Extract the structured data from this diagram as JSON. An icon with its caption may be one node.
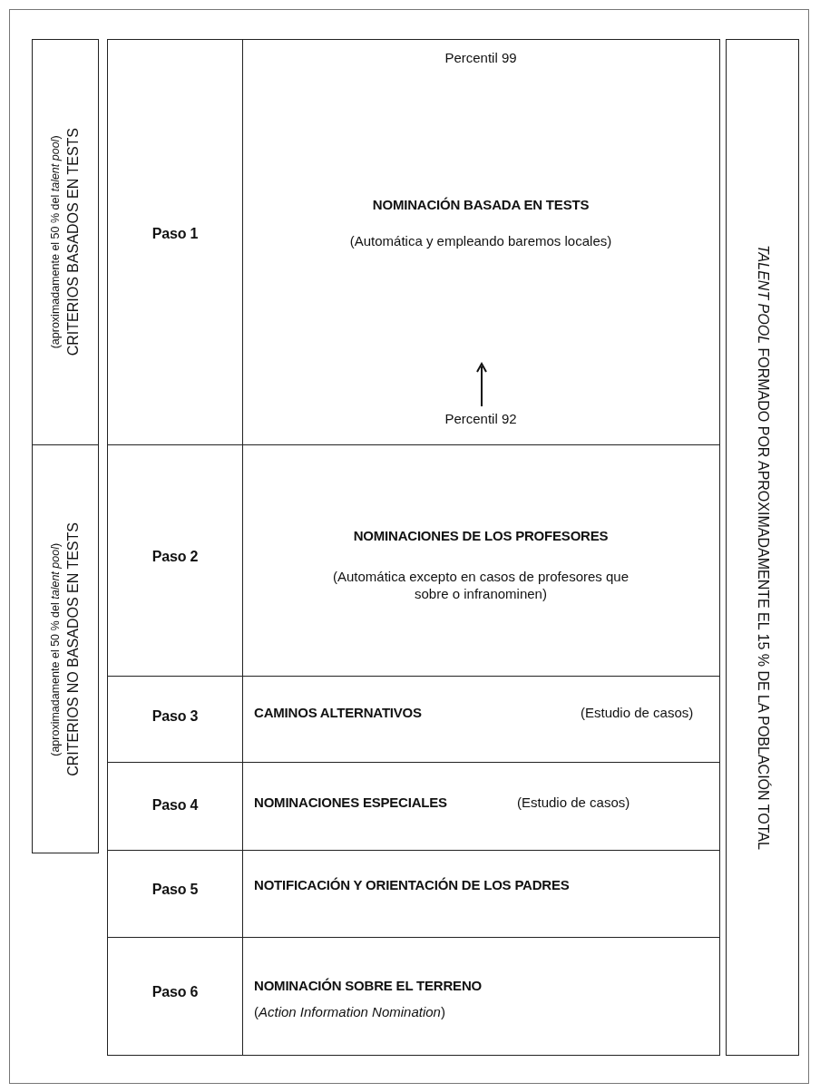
{
  "diagram": {
    "nodes": [
      {
        "text": [
          "CRITERIOS BASADOS EN TESTS",
          "(aproximadamente el 50 % del *talent pool*)"
        ]
      },
      {
        "text": [
          "CRITERIOS NO BASADOS EN TESTS",
          "(aproximadamente el 50 % del *talent pool*)"
        ]
      },
      {
        "text": [
          "Paso 1"
        ]
      },
      {
        "text": [
          "Percentil 99",
          "NOMINACIÓN BASADA EN TESTS",
          "(Automática y empleando baremos locales)",
          "Percentil 92"
        ]
      },
      {
        "text": [
          "Paso 2"
        ]
      },
      {
        "text": [
          "NOMINACIONES DE LOS PROFESORES",
          "(Automática excepto en casos de profesores que sobre o infranominen)"
        ]
      },
      {
        "text": [
          "Paso 3"
        ]
      },
      {
        "text": [
          "CAMINOS ALTERNATIVOS",
          "(Estudio de casos)"
        ]
      },
      {
        "text": [
          "Paso 4"
        ]
      },
      {
        "text": [
          "NOMINACIONES ESPECIALES",
          "(Estudio de casos)"
        ]
      },
      {
        "text": [
          "Paso 5"
        ]
      },
      {
        "text": [
          "NOTIFICACIÓN Y ORIENTACIÓN DE LOS PADRES"
        ]
      },
      {
        "text": [
          "Paso 6"
        ]
      },
      {
        "text": [
          "NOMINACIÓN SOBRE EL TERRENO",
          "(*Action Information Nomination*)"
        ]
      },
      {
        "text": [
          "*TALENT POOL* FORMADO POR APROXIMADAMENTE EL 15 % DE LA POBLACIÓN TOTAL"
        ]
      }
    ]
  }
}
